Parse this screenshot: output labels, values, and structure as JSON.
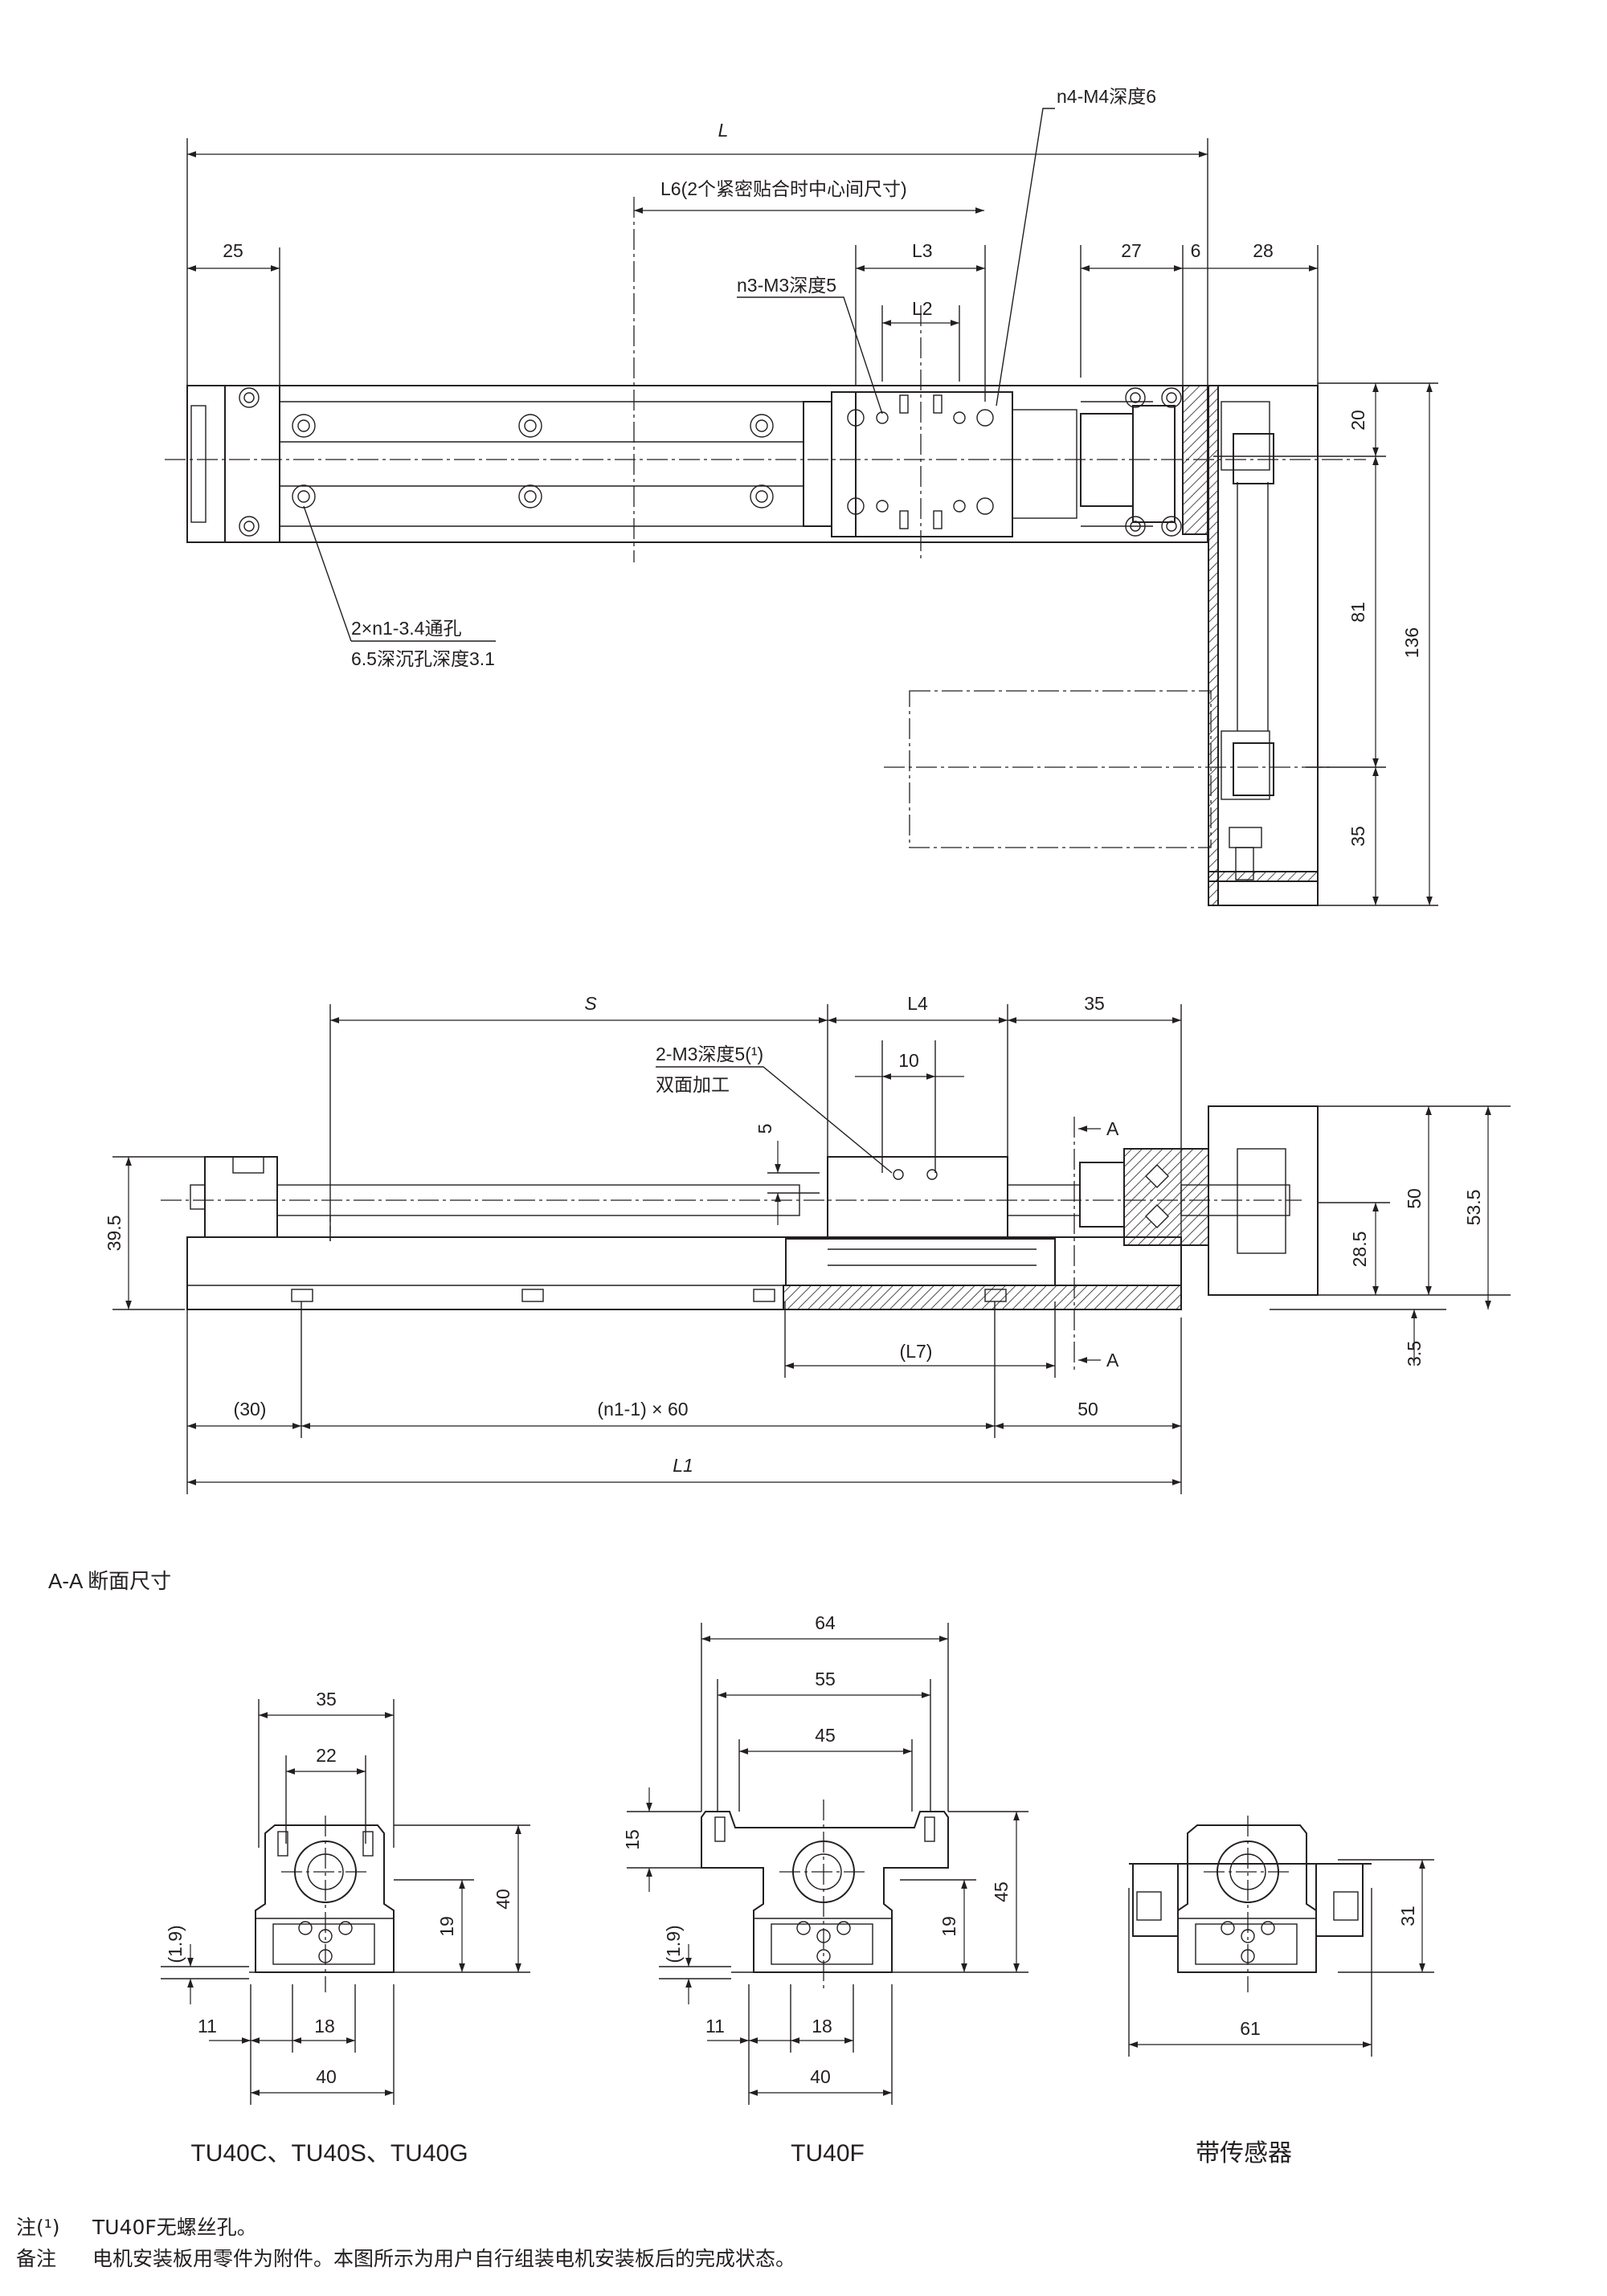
{
  "top_view": {
    "L": "L",
    "L6": "L6(2个紧密贴合时中心间尺寸)",
    "L3": "L3",
    "L2": "L2",
    "n4_label": "n4-M4深度6",
    "n3_label": "n3-M3深度5",
    "d25": "25",
    "d27": "27",
    "d6": "6",
    "d28": "28",
    "d20": "20",
    "d81": "81",
    "d136": "136",
    "d35": "35",
    "hole_note_1": "2×n1-3.4通孔",
    "hole_note_2": "6.5深沉孔深度3.1"
  },
  "side_view": {
    "S": "S",
    "L4": "L4",
    "d35": "35",
    "m3_label": "2-M3深度5(¹)",
    "m3_sub": "双面加工",
    "d10": "10",
    "d5": "5",
    "d39_5": "39.5",
    "d50_v": "50",
    "d53_5": "53.5",
    "d28_5": "28.5",
    "d3_5": "3.5",
    "L7": "(L7)",
    "d30": "(30)",
    "pitch": "(n1-1) × 60",
    "d50_h": "50",
    "L1": "L1",
    "section_mark": "A"
  },
  "section": {
    "title": "A-A 断面尺寸",
    "left": {
      "d35": "35",
      "d22": "22",
      "d40_v": "40",
      "d19": "19",
      "d1_9": "(1.9)",
      "d11": "11",
      "d18": "18",
      "d40_h": "40",
      "caption": "TU40C、TU40S、TU40G"
    },
    "middle": {
      "d64": "64",
      "d55": "55",
      "d45_h": "45",
      "d15": "15",
      "d45_v": "45",
      "d19": "19",
      "d1_9": "(1.9)",
      "d11": "11",
      "d18": "18",
      "d40_h": "40",
      "caption": "TU40F"
    },
    "right": {
      "d31": "31",
      "d61": "61",
      "caption": "带传感器"
    }
  },
  "notes": {
    "n1_key": "注(¹)",
    "n1_text": "TU40F无螺丝孔。",
    "n2_key": "备注",
    "n2_text": "电机安装板用零件为附件。本图所示为用户自行组装电机安装板后的完成状态。"
  }
}
